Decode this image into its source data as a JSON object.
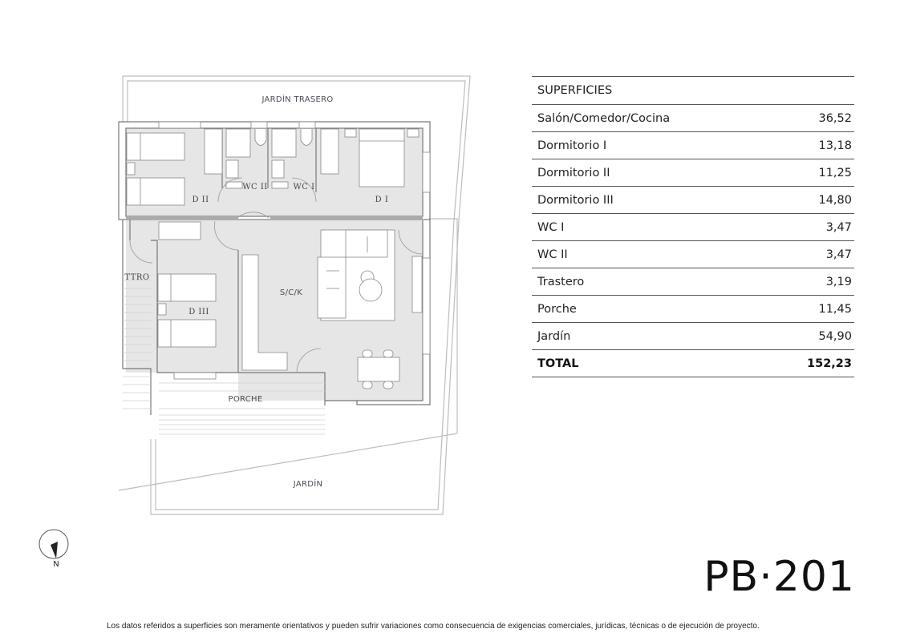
{
  "plan": {
    "labels": {
      "jardin_trasero": "JARDÍN TRASERO",
      "d2": "D II",
      "wc2": "WC II",
      "wc1": "WC I",
      "d1": "D I",
      "ttro": "TTRO",
      "d3": "D III",
      "sck": "S/C/K",
      "porche": "PORCHE",
      "jardin": "JARDÍN"
    },
    "colors": {
      "floor": "#e6e6e6",
      "wall": "#777777",
      "outline": "#b8b8b8"
    }
  },
  "compass": {
    "label": "N"
  },
  "superficies": {
    "title": "SUPERFICIES",
    "rows": [
      {
        "name": "Salón/Comedor/Cocina",
        "value": "36,52"
      },
      {
        "name": "Dormitorio I",
        "value": "13,18"
      },
      {
        "name": "Dormitorio II",
        "value": "11,25"
      },
      {
        "name": "Dormitorio III",
        "value": "14,80"
      },
      {
        "name": "WC I",
        "value": "3,47"
      },
      {
        "name": "WC II",
        "value": "3,47"
      },
      {
        "name": "Trastero",
        "value": "3,19"
      },
      {
        "name": "Porche",
        "value": "11,45"
      },
      {
        "name": "Jardín",
        "value": "54,90"
      }
    ],
    "total": {
      "name": "TOTAL",
      "value": "152,23"
    }
  },
  "unit_code": "PB·201",
  "disclaimer": "Los datos referidos a superficies son meramente orientativos y pueden sufrir variaciones como consecuencia de exigencias comerciales, jurídicas, técnicas o de ejecución de proyecto."
}
